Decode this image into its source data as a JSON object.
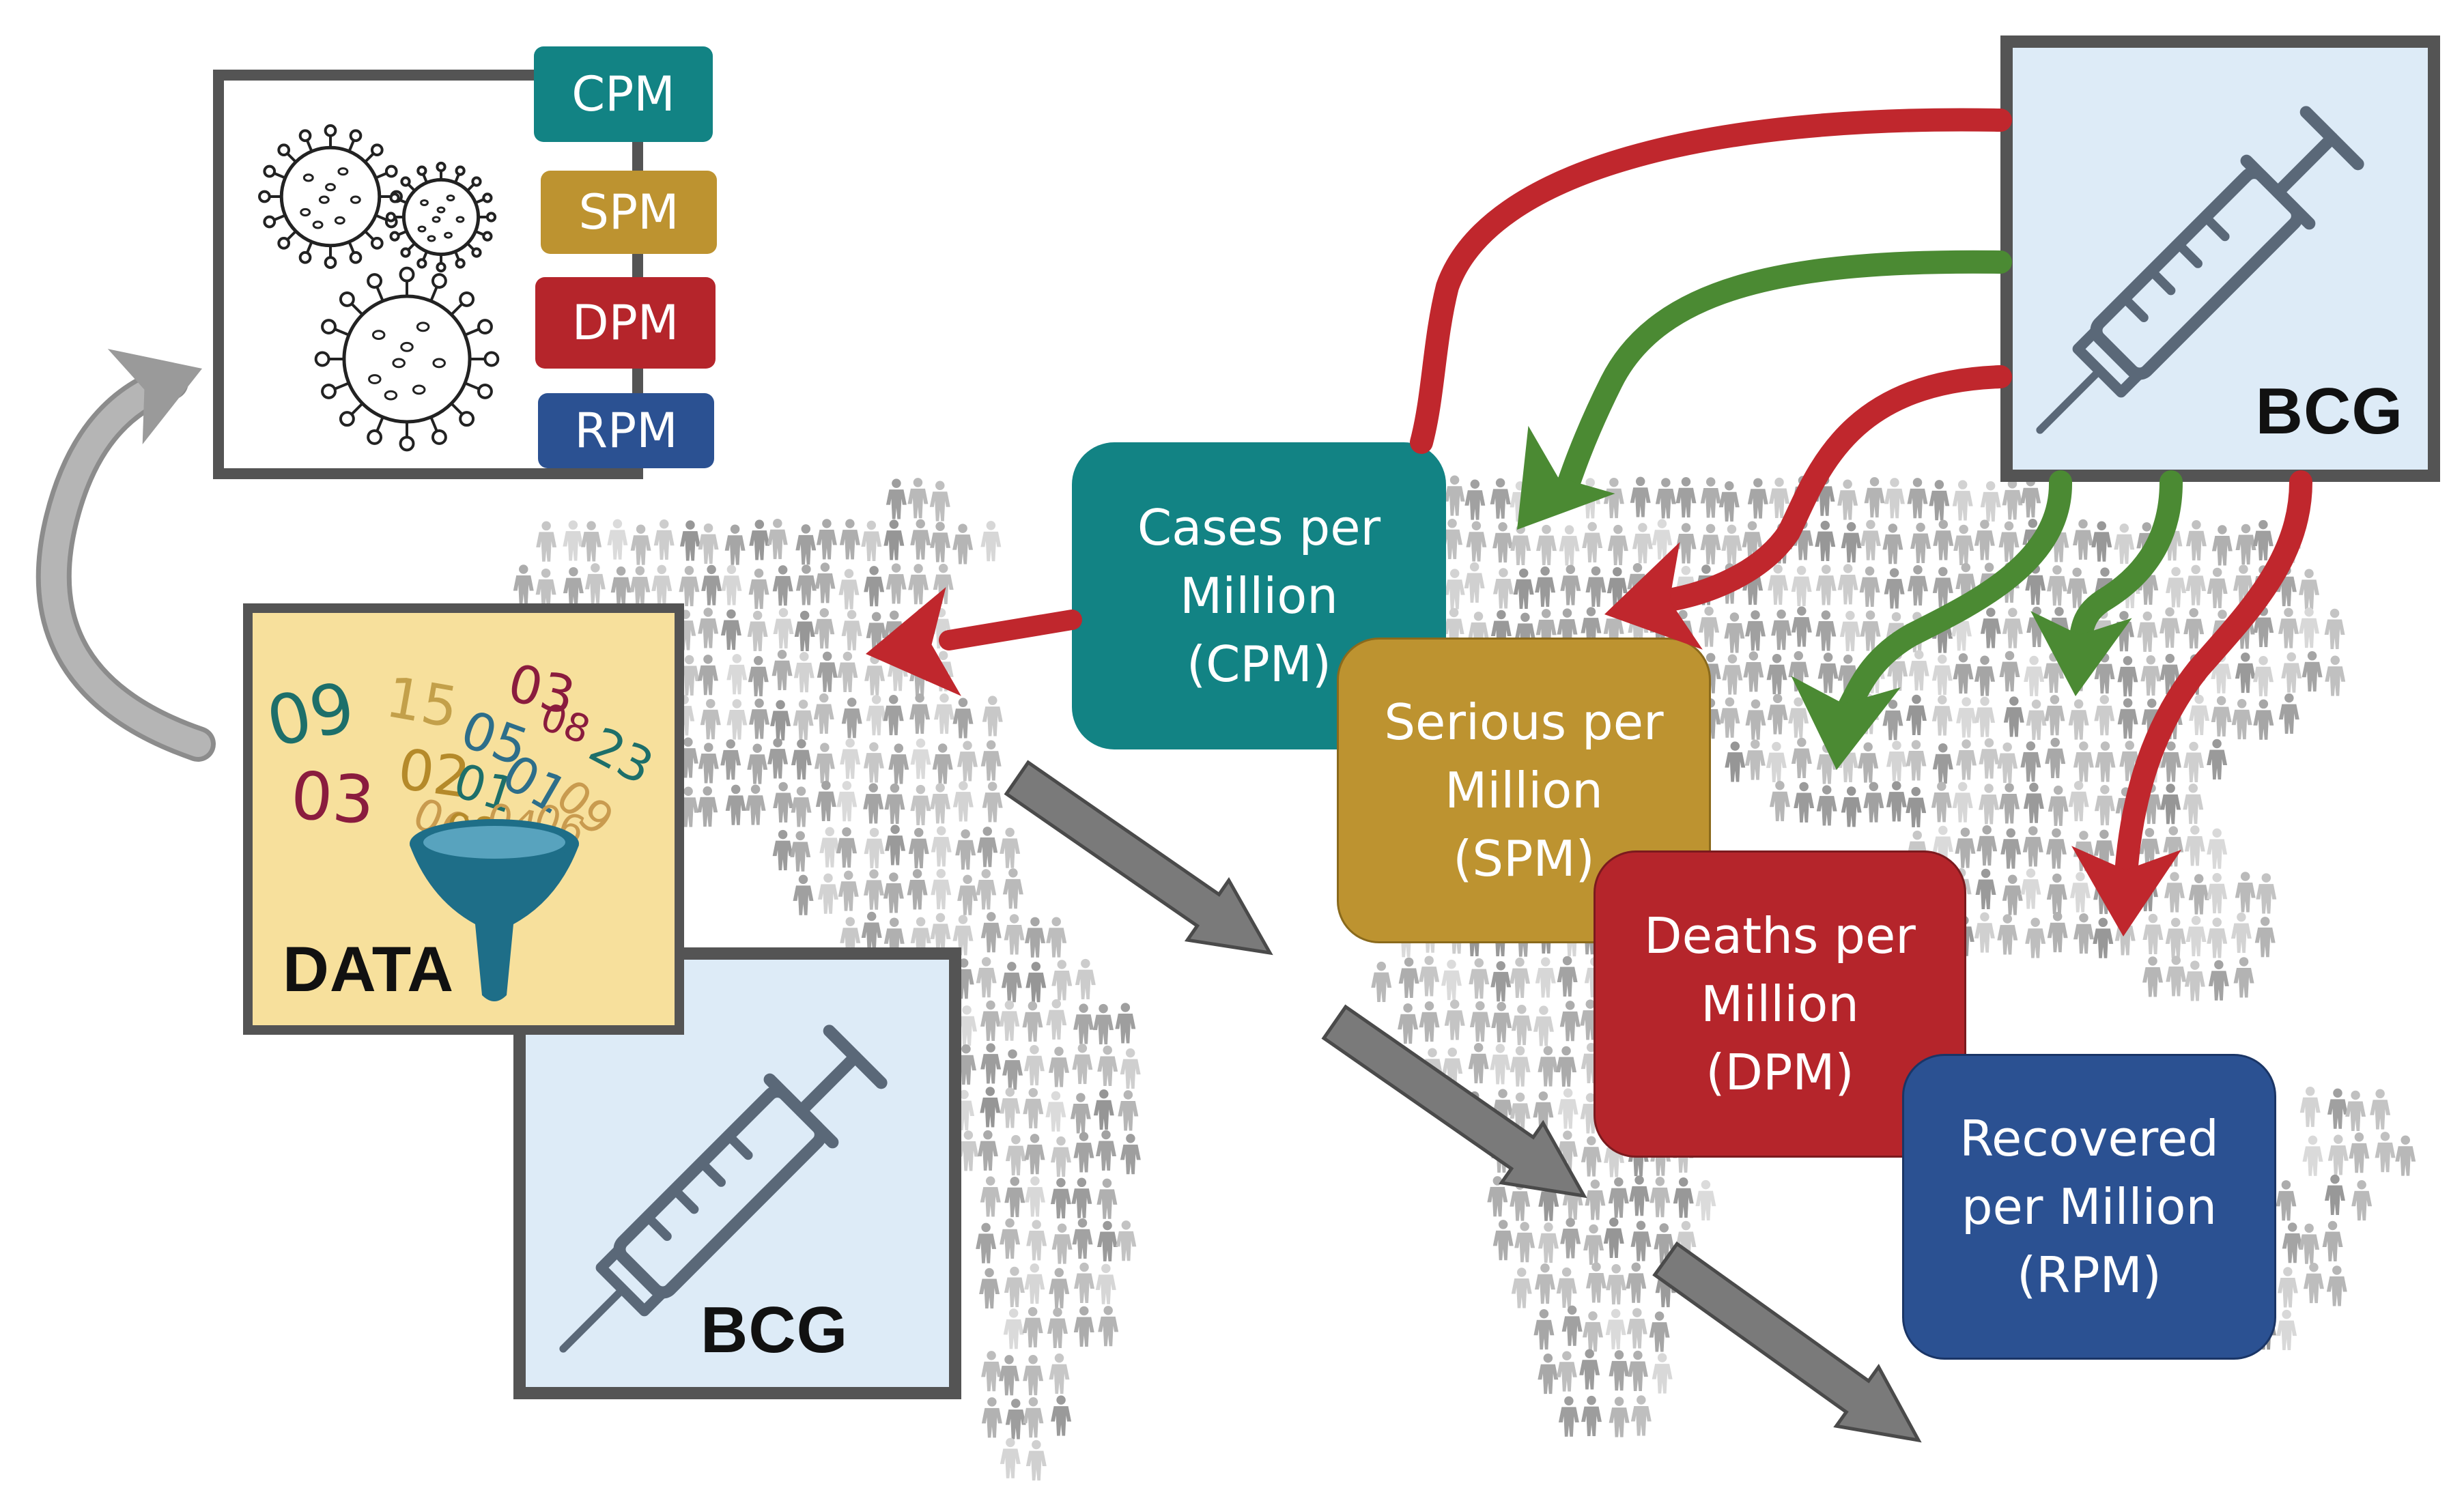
{
  "colors": {
    "teal": "#128384",
    "gold": "#BD9330",
    "red": "#B5252B",
    "blue": "#2B5192",
    "arrow_red": "#C0272D",
    "arrow_green": "#4B8A33",
    "arrow_gray": "#7A7A7A",
    "frame": "#545454",
    "vaccine_fill": "#DDEBF7",
    "data_fill": "#F7E09C",
    "funnel": "#1E6E88",
    "people": "#B9B9B9"
  },
  "tags": {
    "cpm": "CPM",
    "spm": "SPM",
    "dpm": "DPM",
    "rpm": "RPM"
  },
  "metrics": {
    "cpm": [
      "Cases per",
      "Million",
      "(CPM)"
    ],
    "spm": [
      "Serious per",
      "Million",
      "(SPM)"
    ],
    "dpm": [
      "Deaths per",
      "Million",
      "(DPM)"
    ],
    "rpm": [
      "Recovered",
      "per Million",
      "(RPM)"
    ]
  },
  "data_box": {
    "label": "DATA",
    "numbers": [
      "09",
      "15",
      "03",
      "08",
      "23",
      "03",
      "02",
      "01",
      "05",
      "01",
      "09",
      "06",
      "08",
      "04",
      "06",
      "09",
      "05"
    ]
  },
  "vaccine_top": {
    "label": "BCG",
    "icon": "syringe-icon"
  },
  "vaccine_bottom": {
    "label": "BCG",
    "icon": "syringe-icon"
  },
  "virus_panel": {
    "icon": "virus-icon"
  },
  "background": {
    "icon": "people-world-map"
  }
}
